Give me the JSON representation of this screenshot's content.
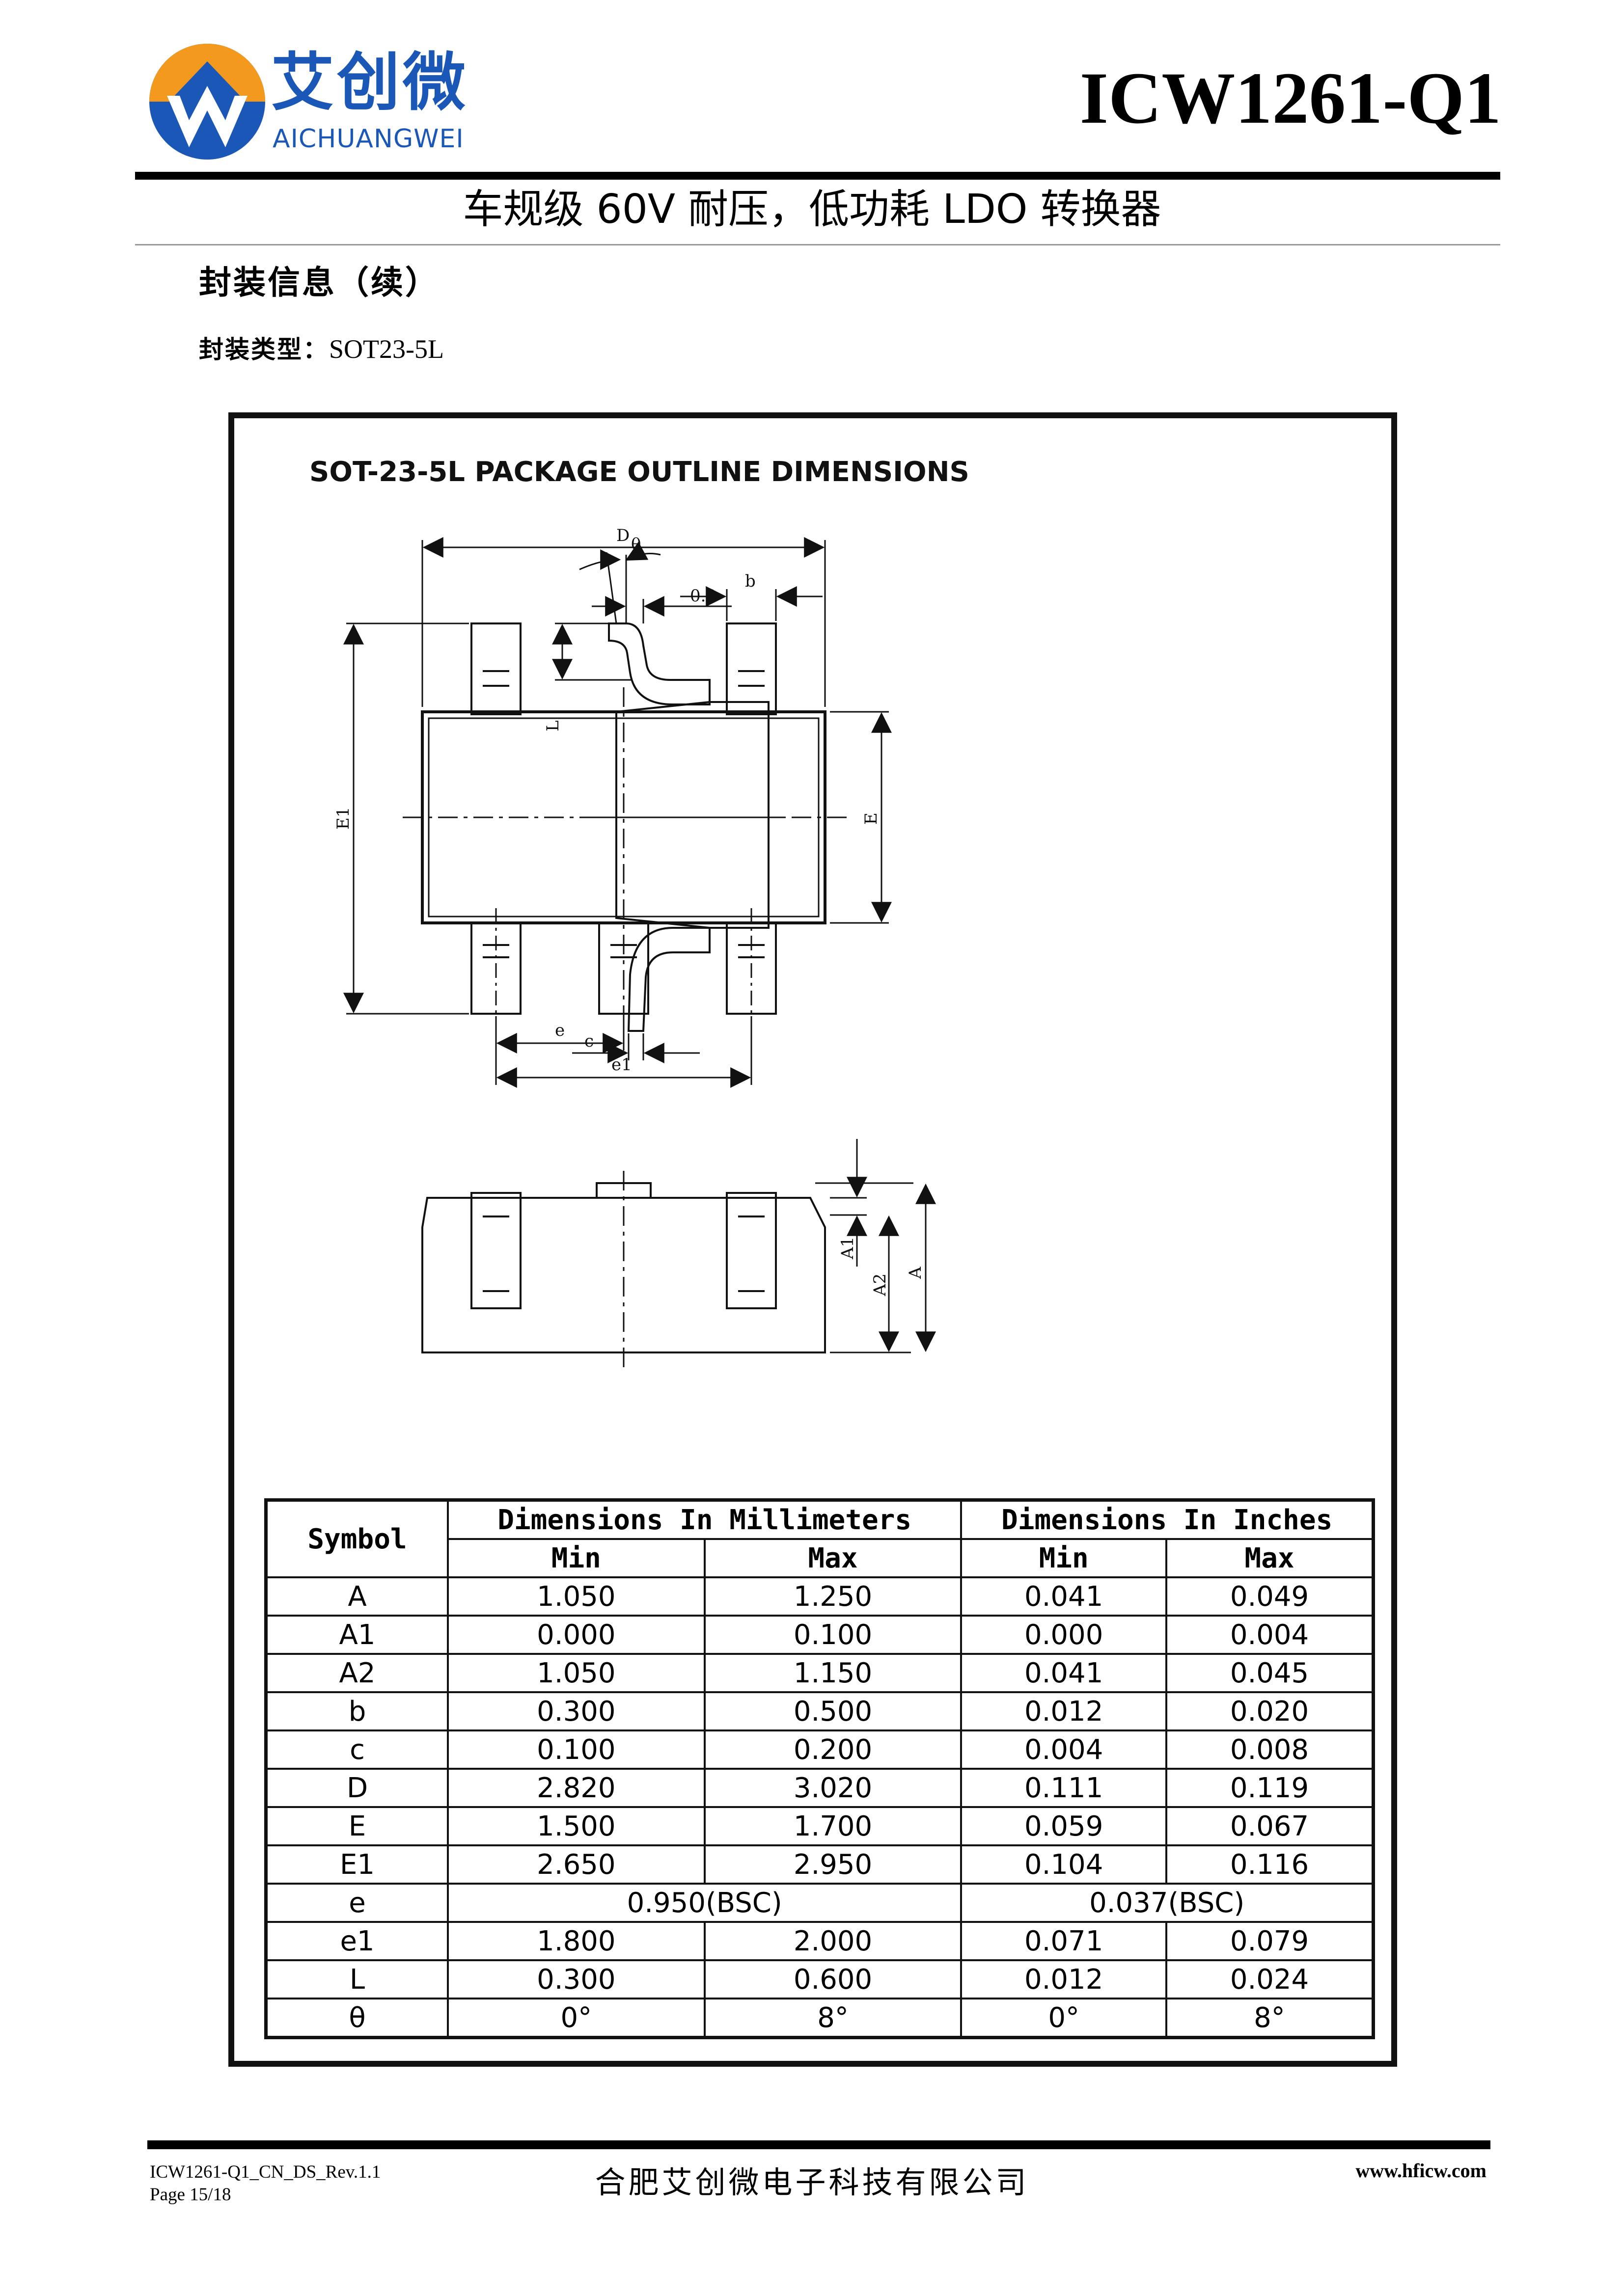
{
  "header": {
    "logo_cn": "艾创微",
    "logo_en": "AICHUANGWEI",
    "part_number": "ICW1261-Q1",
    "subtitle": "车规级 60V 耐压，低功耗 LDO 转换器"
  },
  "section": {
    "title": "封装信息（续）",
    "package_label": "封装类型：",
    "package_value": "SOT23-5L"
  },
  "drawing": {
    "title": "SOT-23-5L  PACKAGE  OUTLINE  DIMENSIONS",
    "labels": {
      "D": "D",
      "b": "b",
      "E1": "E1",
      "E": "E",
      "e": "e",
      "e1": "e1",
      "theta": "θ",
      "lead_offset": "0.2",
      "L": "L",
      "c": "c",
      "A1": "A1",
      "A2": "A2",
      "A": "A"
    }
  },
  "table": {
    "header": {
      "symbol": "Symbol",
      "mm": "Dimensions In Millimeters",
      "inch": "Dimensions In Inches",
      "min": "Min",
      "max": "Max"
    },
    "rows": [
      {
        "symbol": "A",
        "mm_min": "1.050",
        "mm_max": "1.250",
        "in_min": "0.041",
        "in_max": "0.049"
      },
      {
        "symbol": "A1",
        "mm_min": "0.000",
        "mm_max": "0.100",
        "in_min": "0.000",
        "in_max": "0.004"
      },
      {
        "symbol": "A2",
        "mm_min": "1.050",
        "mm_max": "1.150",
        "in_min": "0.041",
        "in_max": "0.045"
      },
      {
        "symbol": "b",
        "mm_min": "0.300",
        "mm_max": "0.500",
        "in_min": "0.012",
        "in_max": "0.020"
      },
      {
        "symbol": "c",
        "mm_min": "0.100",
        "mm_max": "0.200",
        "in_min": "0.004",
        "in_max": "0.008"
      },
      {
        "symbol": "D",
        "mm_min": "2.820",
        "mm_max": "3.020",
        "in_min": "0.111",
        "in_max": "0.119"
      },
      {
        "symbol": "E",
        "mm_min": "1.500",
        "mm_max": "1.700",
        "in_min": "0.059",
        "in_max": "0.067"
      },
      {
        "symbol": "E1",
        "mm_min": "2.650",
        "mm_max": "2.950",
        "in_min": "0.104",
        "in_max": "0.116"
      },
      {
        "symbol": "e",
        "mm_bsc": "0.950(BSC)",
        "in_bsc": "0.037(BSC)"
      },
      {
        "symbol": "e1",
        "mm_min": "1.800",
        "mm_max": "2.000",
        "in_min": "0.071",
        "in_max": "0.079"
      },
      {
        "symbol": "L",
        "mm_min": "0.300",
        "mm_max": "0.600",
        "in_min": "0.012",
        "in_max": "0.024"
      },
      {
        "symbol": "θ",
        "mm_min": "0°",
        "mm_max": "8°",
        "in_min": "0°",
        "in_max": "8°"
      }
    ]
  },
  "footer": {
    "doc_id": "ICW1261-Q1_CN_DS_Rev.1.1",
    "page": "Page 15/18",
    "company": "合肥艾创微电子科技有限公司",
    "url": "www.hficw.com"
  },
  "colors": {
    "logo_blue": "#1a57b7",
    "logo_orange": "#f39a1e",
    "ink": "#111111"
  }
}
